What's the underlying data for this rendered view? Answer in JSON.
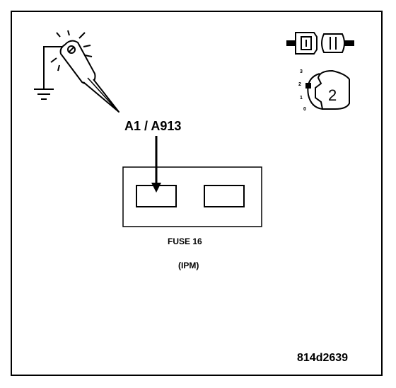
{
  "figure": {
    "pin_label": "A1 / A913",
    "fuse_label": "FUSE 16",
    "module_label": "(IPM)",
    "figure_id": "814d2639",
    "ignition": {
      "positions": [
        "3",
        "2",
        "1",
        "0"
      ],
      "selected": "2"
    },
    "icons": [
      "test-light-icon",
      "ground-symbol-icon",
      "disconnected-connector-icon",
      "ignition-key-icon"
    ],
    "colors": {
      "line": "#000000",
      "background": "#ffffff"
    }
  }
}
